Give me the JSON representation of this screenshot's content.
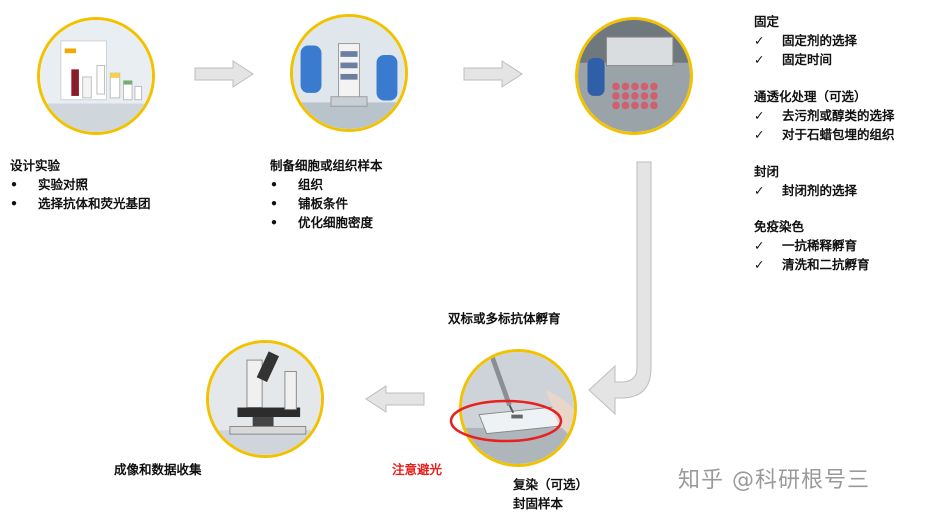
{
  "bullet_dot": "•",
  "check_mark": "✓",
  "steps": {
    "design": {
      "title": "设计实验",
      "items": [
        "实验对照",
        "选择抗体和荧光基团"
      ]
    },
    "prep": {
      "title": "制备细胞或组织样本",
      "items": [
        "组织",
        "铺板条件",
        "优化细胞密度"
      ]
    },
    "fix": {
      "groups": [
        {
          "title": "固定",
          "items": [
            "固定剂的选择",
            "固定时间"
          ]
        },
        {
          "title": "通透化处理（可选）",
          "items": [
            "去污剂或醇类的选择",
            "对于石蜡包埋的组织"
          ]
        },
        {
          "title": "封闭",
          "items": [
            "封闭剂的选择"
          ]
        },
        {
          "title": "免疫染色",
          "items": [
            "一抗稀释孵育",
            "清洗和二抗孵育"
          ]
        }
      ]
    },
    "incubate": {
      "title": "双标或多标抗体孵育"
    },
    "counterstain": {
      "lines": [
        "复染（可选）",
        "封固样本"
      ]
    },
    "imaging": {
      "title": "成像和数据收集"
    }
  },
  "warning": "注意避光",
  "watermark": "知乎 @科研根号三",
  "colors": {
    "ring": "#f2c200",
    "warning": "#e8201e",
    "arrow": "#e4e4e4"
  }
}
